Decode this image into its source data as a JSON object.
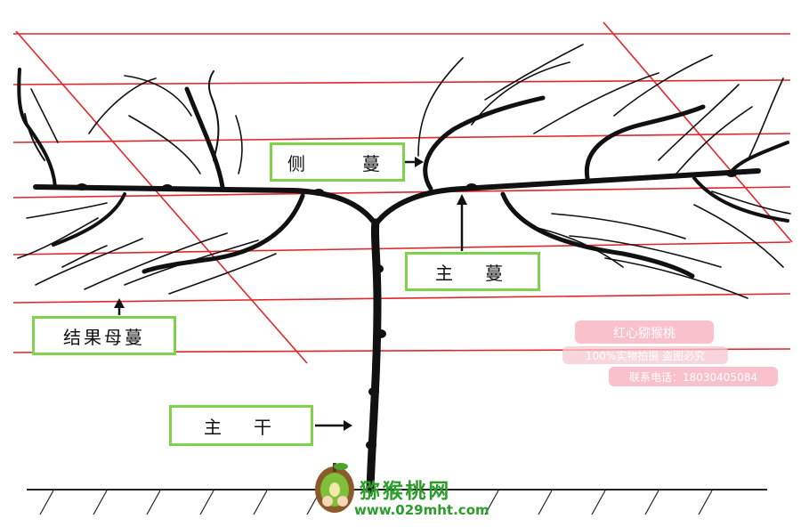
{
  "diagram": {
    "labels": {
      "side_vine": "侧　　蔓",
      "main_vine": "主　蔓",
      "fruiting_vine": "结果母蔓",
      "trunk": "主　干"
    }
  },
  "watermark": {
    "line1": "红心猕猴桃",
    "line2": "100%实物拍摄 盗图必究",
    "line3": "联系电话：18030405084"
  },
  "brand": {
    "name": "猕猴桃网",
    "url": "www.029mht.com"
  },
  "colors": {
    "wire": "#e2262b",
    "vine": "#111111",
    "label_border": "#7fd34a",
    "watermark_bg": "#f7b6c3",
    "brand_green": "#2a9d2a"
  }
}
